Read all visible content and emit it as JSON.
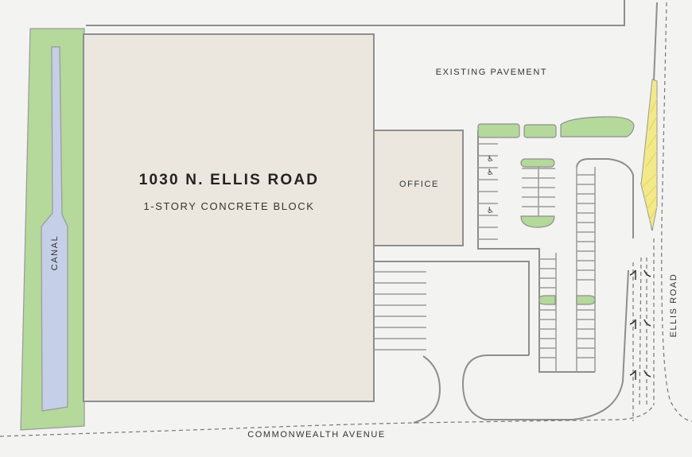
{
  "map": {
    "building": {
      "address": "1030 N. ELLIS ROAD",
      "description": "1-STORY CONCRETE BLOCK"
    },
    "office_label": "OFFICE",
    "canal_label": "CANAL",
    "pavement_label": "EXISTING PAVEMENT",
    "roads": {
      "east": "ELLIS ROAD",
      "south": "COMMONWEALTH AVENUE"
    },
    "colors": {
      "building": "#ebe7de",
      "canal_bank": "#b4d99a",
      "water": "#c5cfe8",
      "landscape": "#b4d99a",
      "hatch": "#f2e98a"
    },
    "icons": [
      "accessible-parking-icon",
      "turn-arrow-icon"
    ]
  }
}
